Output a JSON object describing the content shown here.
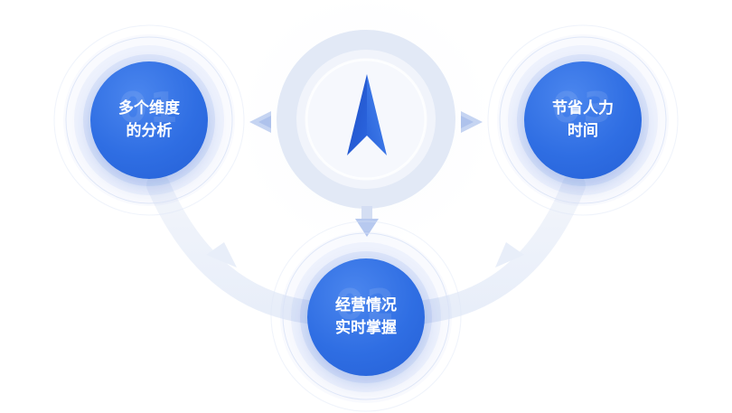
{
  "nodes": [
    {
      "number": "01",
      "line1": "多个维度",
      "line2": "的分析"
    },
    {
      "number": "03",
      "line1": "节省人力",
      "line2": "时间"
    },
    {
      "number": "02",
      "line1": "经营情况",
      "line2": "实时掌握"
    }
  ],
  "colors": {
    "node_blue": "#2f6ee3",
    "compass_blue": "#2a5fd8",
    "ring_light": "#e6ecf8",
    "arc_light": "#eef2fa",
    "arrow_blue": "#b7c9ef"
  },
  "icons": [
    "compass-arrow-icon",
    "arrow-left-icon",
    "arrow-right-icon",
    "arrow-down-icon"
  ]
}
